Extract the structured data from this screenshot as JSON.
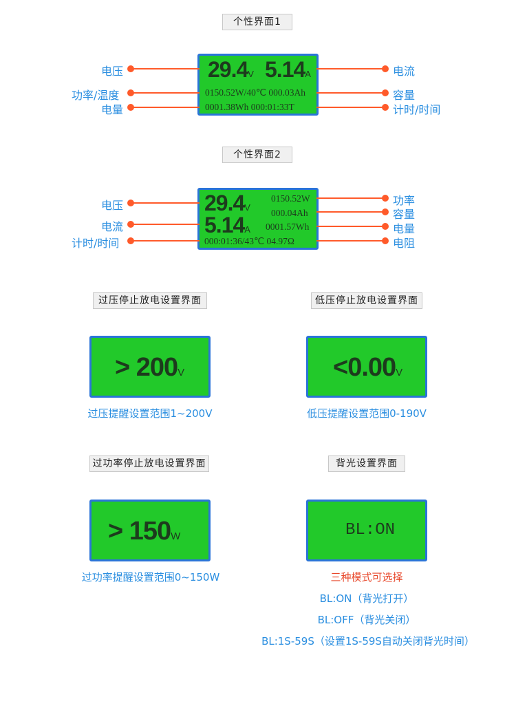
{
  "screen1": {
    "title": "个性界面1",
    "voltage": "29.4",
    "voltage_unit": "V",
    "current": "5.14",
    "current_unit": "A",
    "row2": "0150.52W/40℃ 000.03Ah",
    "row3": "0001.38Wh  000:01:33T",
    "labels_left": [
      "电压",
      "功率/温度",
      "电量"
    ],
    "labels_right": [
      "电流",
      "容量",
      "计时/时间"
    ]
  },
  "screen2": {
    "title": "个性界面2",
    "voltage": "29.4",
    "voltage_unit": "V",
    "current": "5.14",
    "current_unit": "A",
    "power": "0150.52W",
    "capacity": "000.04Ah",
    "energy": "0001.57Wh",
    "bottom": "000:01:36/43℃ 04.97Ω",
    "labels_left": [
      "电压",
      "电流",
      "计时/时间"
    ],
    "labels_right": [
      "功率",
      "容量",
      "电量",
      "电阻"
    ]
  },
  "overvoltage": {
    "title": "过压停止放电设置界面",
    "display": "> 200",
    "unit": "V",
    "caption": "过压提醒设置范围1~200V"
  },
  "undervoltage": {
    "title": "低压停止放电设置界面",
    "display": "<0.00",
    "unit": "V",
    "caption": "低压提醒设置范围0-190V"
  },
  "overpower": {
    "title": "过功率停止放电设置界面",
    "display": "> 150",
    "unit": "W",
    "caption": "过功率提醒设置范围0~150W"
  },
  "backlight": {
    "title": "背光设置界面",
    "display": "BL:ON",
    "caption_red": "三种模式可选择",
    "caption_lines": [
      "BL:ON（背光打开）",
      "BL:OFF（背光关闭）",
      "BL:1S-59S（设置1S-59S自动关闭背光时间）"
    ]
  },
  "colors": {
    "lcd_green": "#22c92a",
    "lcd_border": "#2a74d8",
    "leader_line": "#ff5a2a",
    "label_blue": "#2a8ee0",
    "caption_red": "#e8472a"
  }
}
